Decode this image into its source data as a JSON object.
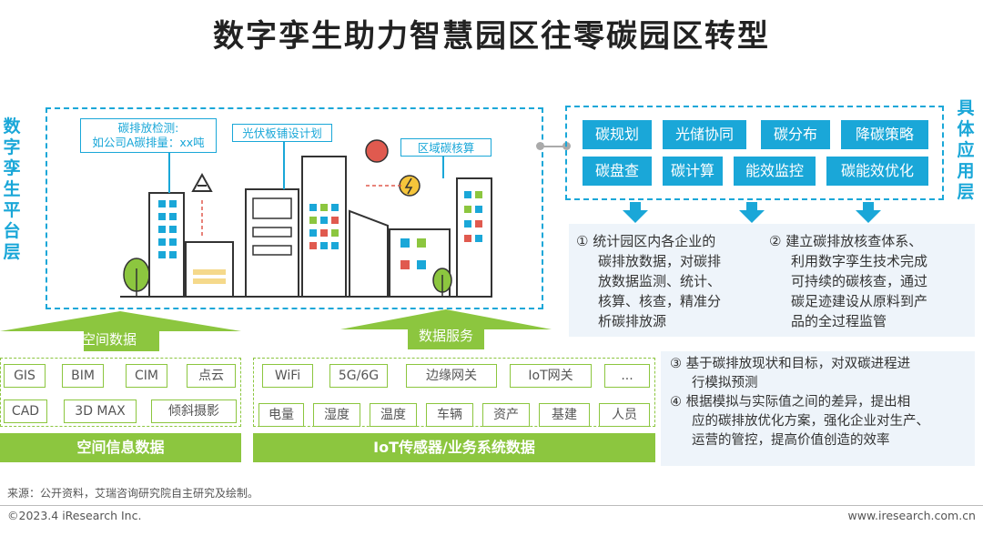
{
  "title": "数字孪生助力智慧园区往零碳园区转型",
  "twin_layer_label": [
    "数",
    "字",
    "孪",
    "生",
    "平",
    "台",
    "层"
  ],
  "app_layer_label": [
    "具",
    "体",
    "应",
    "用",
    "层"
  ],
  "callouts": {
    "emission_monitor": [
      "碳排放检测:",
      "如公司A碳排量：xx吨"
    ],
    "solar_plan": "光伏板铺设计划",
    "regional_accounting": "区域碳核算"
  },
  "applications": [
    "碳规划",
    "光储协同",
    "碳分布",
    "降碳策略",
    "碳盘查",
    "碳计算",
    "能效监控",
    "碳能效优化"
  ],
  "descriptions": {
    "d1": [
      "① 统计园区内各企业的",
      "碳排放数据，对碳排",
      "放数据监测、统计、",
      "核算、核查，精准分",
      "析碳排放源"
    ],
    "d2": [
      "② 建立碳排放核查体系、",
      "利用数字孪生技术完成",
      "可持续的碳核查，通过",
      "碳足迹建设从原料到产",
      "品的全过程监管"
    ],
    "d3": [
      "③ 基于碳排放现状和目标，对双碳进程进",
      "行模拟预测"
    ],
    "d4": [
      "④ 根据模拟与实际值之间的差异，提出相",
      "应的碳排放优化方案，强化企业对生产、",
      "运营的管控，提高价值创造的效率"
    ]
  },
  "spatial": {
    "arrow_label": "空间数据",
    "chips_row1": [
      "GIS",
      "BIM",
      "CIM",
      "点云"
    ],
    "chips_row2": [
      "CAD",
      "3D MAX",
      "倾斜摄影"
    ],
    "base_label": "空间信息数据"
  },
  "iot": {
    "arrow_label": "数据服务",
    "chips_row1": [
      "WiFi",
      "5G/6G",
      "边缘网关",
      "IoT网关",
      "..."
    ],
    "chips_row2": [
      "电量",
      "湿度",
      "温度",
      "车辆",
      "资产",
      "基建",
      "人员"
    ],
    "base_label": "IoT传感器/业务系统数据"
  },
  "footer": {
    "source": "来源：公开资料，艾瑞咨询研究院自主研究及绘制。",
    "copyright": "©2023.4 iResearch Inc.",
    "website": "www.iresearch.com.cn"
  },
  "colors": {
    "accent_blue": "#1aa7d8",
    "accent_green": "#8cc63f",
    "desc_bg": "#eef4fa"
  }
}
